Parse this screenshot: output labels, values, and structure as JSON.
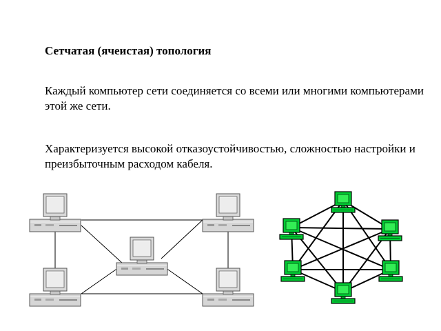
{
  "title": "Сетчатая (ячеистая) топология",
  "paragraphs": [
    "Каждый компьютер сети соединяется со всеми  или многими компьютерами этой же сети.",
    " Характеризуется высокой отказоустойчивостью, сложностью настройки и преизбыточным расходом кабеля."
  ],
  "colors": {
    "desktop_case": "#d4d4d4",
    "mesh_computer": "#00cc33",
    "link_line": "#000000"
  },
  "icons": {
    "left_diagram_node": "desktop-computer-icon",
    "right_diagram_node": "green-computer-icon"
  }
}
